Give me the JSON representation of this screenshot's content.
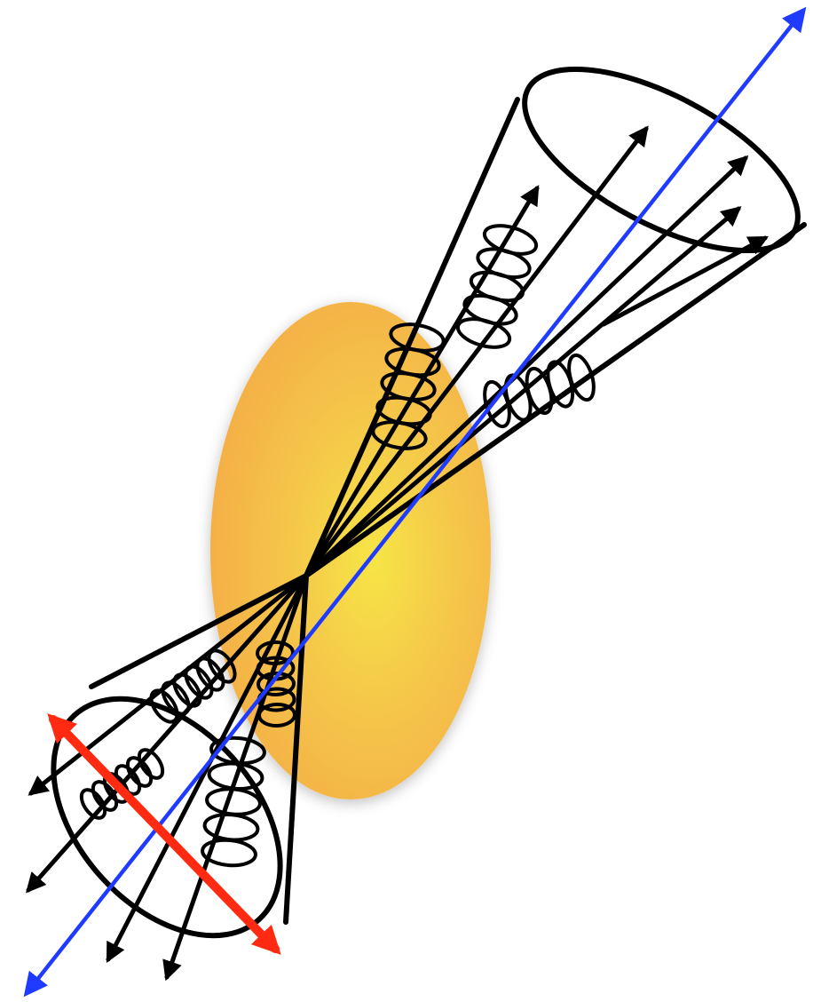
{
  "diagram": {
    "components": [
      {
        "name": "collision-blob",
        "color": "#f4ad45",
        "core_color": "#f6e545"
      },
      {
        "name": "jet-axis",
        "color": "#1f3bff"
      },
      {
        "name": "jet-width-marker",
        "color": "#ff2a12"
      },
      {
        "name": "particle-tracks",
        "color": "#000000"
      },
      {
        "name": "gluon-radiation-coils",
        "color": "#000000"
      },
      {
        "name": "upper-jet-cone",
        "color": "#000000"
      },
      {
        "name": "lower-jet-cone",
        "color": "#000000"
      }
    ],
    "upper_jet": {
      "track_count": 5,
      "gluon_coil_count": 3
    },
    "lower_jet": {
      "track_count": 4,
      "gluon_coil_count": 4
    }
  }
}
